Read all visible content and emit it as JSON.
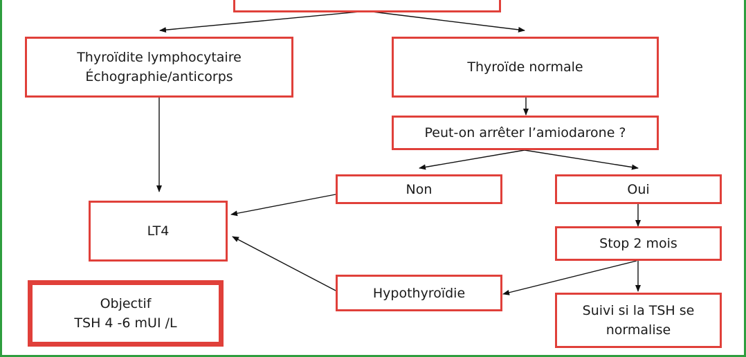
{
  "colors": {
    "node_border": "#e0403a",
    "frame": "#2e9e3e",
    "arrow": "#111111"
  },
  "nodes": {
    "top": "",
    "lymphocytic": {
      "line1": "Thyroïdite lymphocytaire",
      "line2": "Échographie/anticorps"
    },
    "normal": "Thyroïde normale",
    "stop_question": "Peut-on arrêter l’amiodarone ?",
    "non": "Non",
    "oui": "Oui",
    "lt4": "LT4",
    "stop2": "Stop 2 mois",
    "hypo": "Hypothyroïdie",
    "followup": {
      "line1": "Suivi si la TSH se",
      "line2": "normalise"
    },
    "objective": {
      "line1": "Objectif",
      "line2": "TSH 4 -6 mUI /L"
    }
  }
}
